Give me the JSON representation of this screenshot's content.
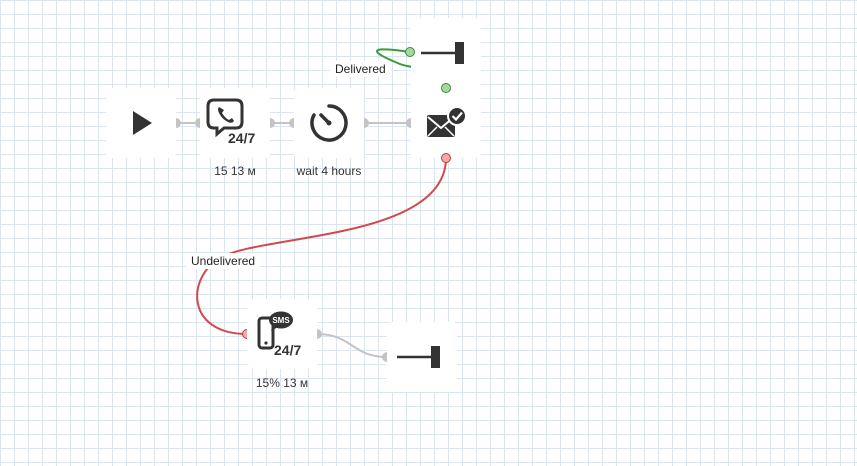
{
  "flow": {
    "start": {
      "icon": "play-icon"
    },
    "viber": {
      "icon": "viber-24-7-icon",
      "badge": "24/7",
      "caption": "15 13 м"
    },
    "wait": {
      "icon": "timer-icon",
      "caption": "wait 4 hours"
    },
    "email_status": {
      "icon": "email-delivered-icon"
    },
    "sms": {
      "icon": "sms-24-7-icon",
      "bubble": "SMS",
      "badge": "24/7",
      "caption": "15% 13 м"
    },
    "end_delivered": {
      "icon": "end-icon"
    },
    "end_sms": {
      "icon": "end-icon"
    }
  },
  "branches": {
    "delivered": "Delivered",
    "undelivered": "Undelivered"
  },
  "colors": {
    "grid": "#dbe5f1",
    "wire_default": "#c4c4c4",
    "wire_delivered": "#3a9a3a",
    "wire_undelivered": "#d24a4a",
    "icon": "#333333"
  }
}
